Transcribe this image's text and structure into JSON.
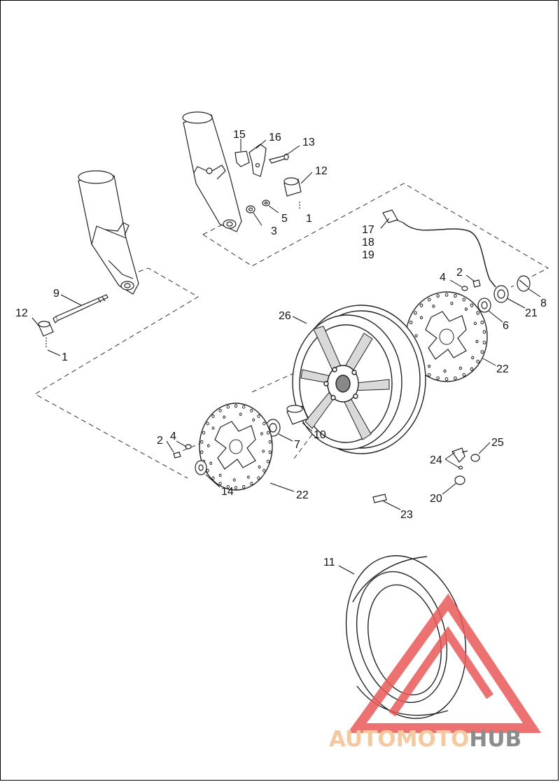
{
  "callouts": [
    {
      "id": "c15",
      "text": "15"
    },
    {
      "id": "c16",
      "text": "16"
    },
    {
      "id": "c13",
      "text": "13"
    },
    {
      "id": "c12a",
      "text": "12"
    },
    {
      "id": "c5",
      "text": "5"
    },
    {
      "id": "c1a",
      "text": "1"
    },
    {
      "id": "c3",
      "text": "3"
    },
    {
      "id": "c17",
      "text": "17"
    },
    {
      "id": "c18",
      "text": "18"
    },
    {
      "id": "c19",
      "text": "19"
    },
    {
      "id": "c9",
      "text": "9"
    },
    {
      "id": "c12b",
      "text": "12"
    },
    {
      "id": "c1b",
      "text": "1"
    },
    {
      "id": "c4a",
      "text": "4"
    },
    {
      "id": "c2a",
      "text": "2"
    },
    {
      "id": "c8",
      "text": "8"
    },
    {
      "id": "c21",
      "text": "21"
    },
    {
      "id": "c6",
      "text": "6"
    },
    {
      "id": "c26",
      "text": "26"
    },
    {
      "id": "c22a",
      "text": "22"
    },
    {
      "id": "c10",
      "text": "10"
    },
    {
      "id": "c7",
      "text": "7"
    },
    {
      "id": "c2b",
      "text": "2"
    },
    {
      "id": "c4b",
      "text": "4"
    },
    {
      "id": "c14",
      "text": "14"
    },
    {
      "id": "c22b",
      "text": "22"
    },
    {
      "id": "c25",
      "text": "25"
    },
    {
      "id": "c24",
      "text": "24"
    },
    {
      "id": "c20",
      "text": "20"
    },
    {
      "id": "c23",
      "text": "23"
    },
    {
      "id": "c11",
      "text": "11"
    }
  ],
  "watermark": {
    "part1": "AUTOMOTO",
    "part2": "HUB",
    "color_primary": "#f5c9a0",
    "color_secondary": "#8c8c8c",
    "color_logo": "#e95a5a"
  },
  "colors": {
    "line": "#222222",
    "dash": "#333333"
  }
}
